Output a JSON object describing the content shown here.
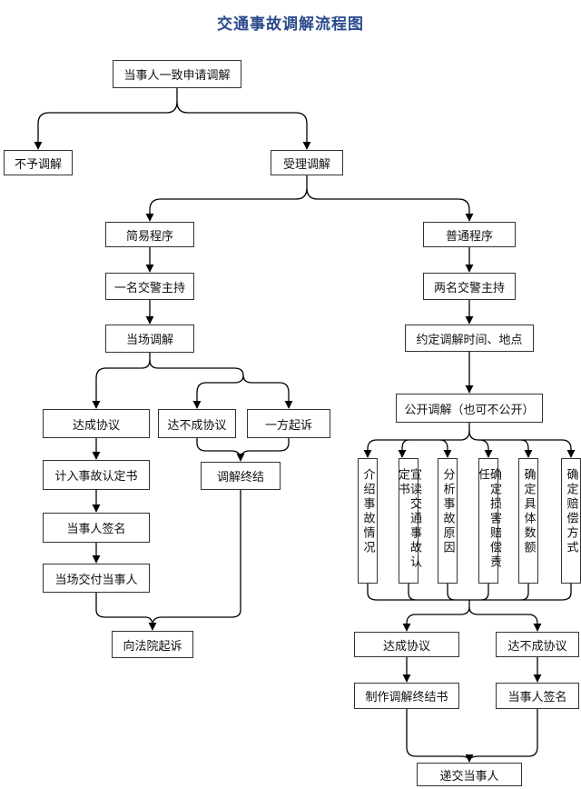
{
  "title": "交通事故调解流程图",
  "nodes": {
    "apply": "当事人一致申请调解",
    "reject": "不予调解",
    "accept": "受理调解",
    "simple": "简易程序",
    "normal": "普通程序",
    "one_police": "一名交警主持",
    "two_police": "两名交警主持",
    "onsite": "当场调解",
    "schedule": "约定调解时间、地点",
    "agree_left": "达成协议",
    "fail_left": "达不成协议",
    "one_sue": "一方起诉",
    "public": "公开调解（也可不公开）",
    "record": "计入事故认定书",
    "end_mediation": "调解终结",
    "sign_left": "当事人签名",
    "deliver_onsite": "当场交付当事人",
    "court": "向法院起诉",
    "agree_right": "达成协议",
    "fail_right": "达不成协议",
    "make_doc": "制作调解终结书",
    "sign_right": "当事人签名",
    "deliver": "递交当事人"
  },
  "steps": [
    "介绍事故情况",
    "宣读交通事故认定书",
    "分析事故原因",
    "确定损害赔偿责任",
    "确定具体数额",
    "确定赔偿方式"
  ]
}
